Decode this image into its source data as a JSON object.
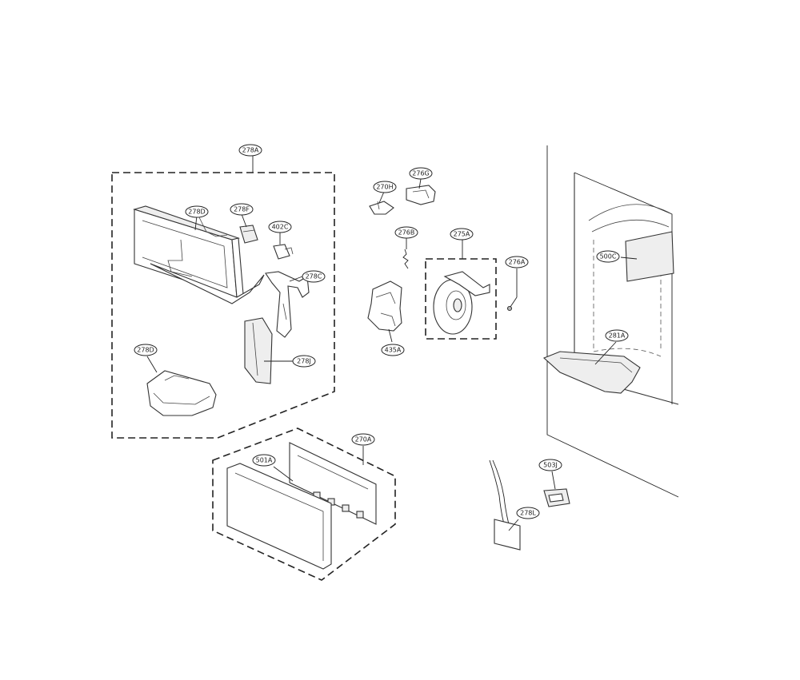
{
  "diagram": {
    "callouts": [
      {
        "id": "c-278a-top",
        "label": "278A"
      },
      {
        "id": "c-278d",
        "label": "278D"
      },
      {
        "id": "c-278f",
        "label": "278F"
      },
      {
        "id": "c-402c",
        "label": "402C"
      },
      {
        "id": "c-278c",
        "label": "278C"
      },
      {
        "id": "c-278j",
        "label": "278J"
      },
      {
        "id": "c-278d2",
        "label": "278D"
      },
      {
        "id": "c-270h",
        "label": "270H"
      },
      {
        "id": "c-276g",
        "label": "276G"
      },
      {
        "id": "c-276b",
        "label": "276B"
      },
      {
        "id": "c-275a",
        "label": "275A"
      },
      {
        "id": "c-276a",
        "label": "276A"
      },
      {
        "id": "c-435a",
        "label": "435A"
      },
      {
        "id": "c-500c",
        "label": "500C"
      },
      {
        "id": "c-281a",
        "label": "281A"
      },
      {
        "id": "c-270a",
        "label": "270A"
      },
      {
        "id": "c-501a",
        "label": "501A"
      },
      {
        "id": "c-503j",
        "label": "503J"
      },
      {
        "id": "c-278l",
        "label": "278L"
      }
    ]
  }
}
